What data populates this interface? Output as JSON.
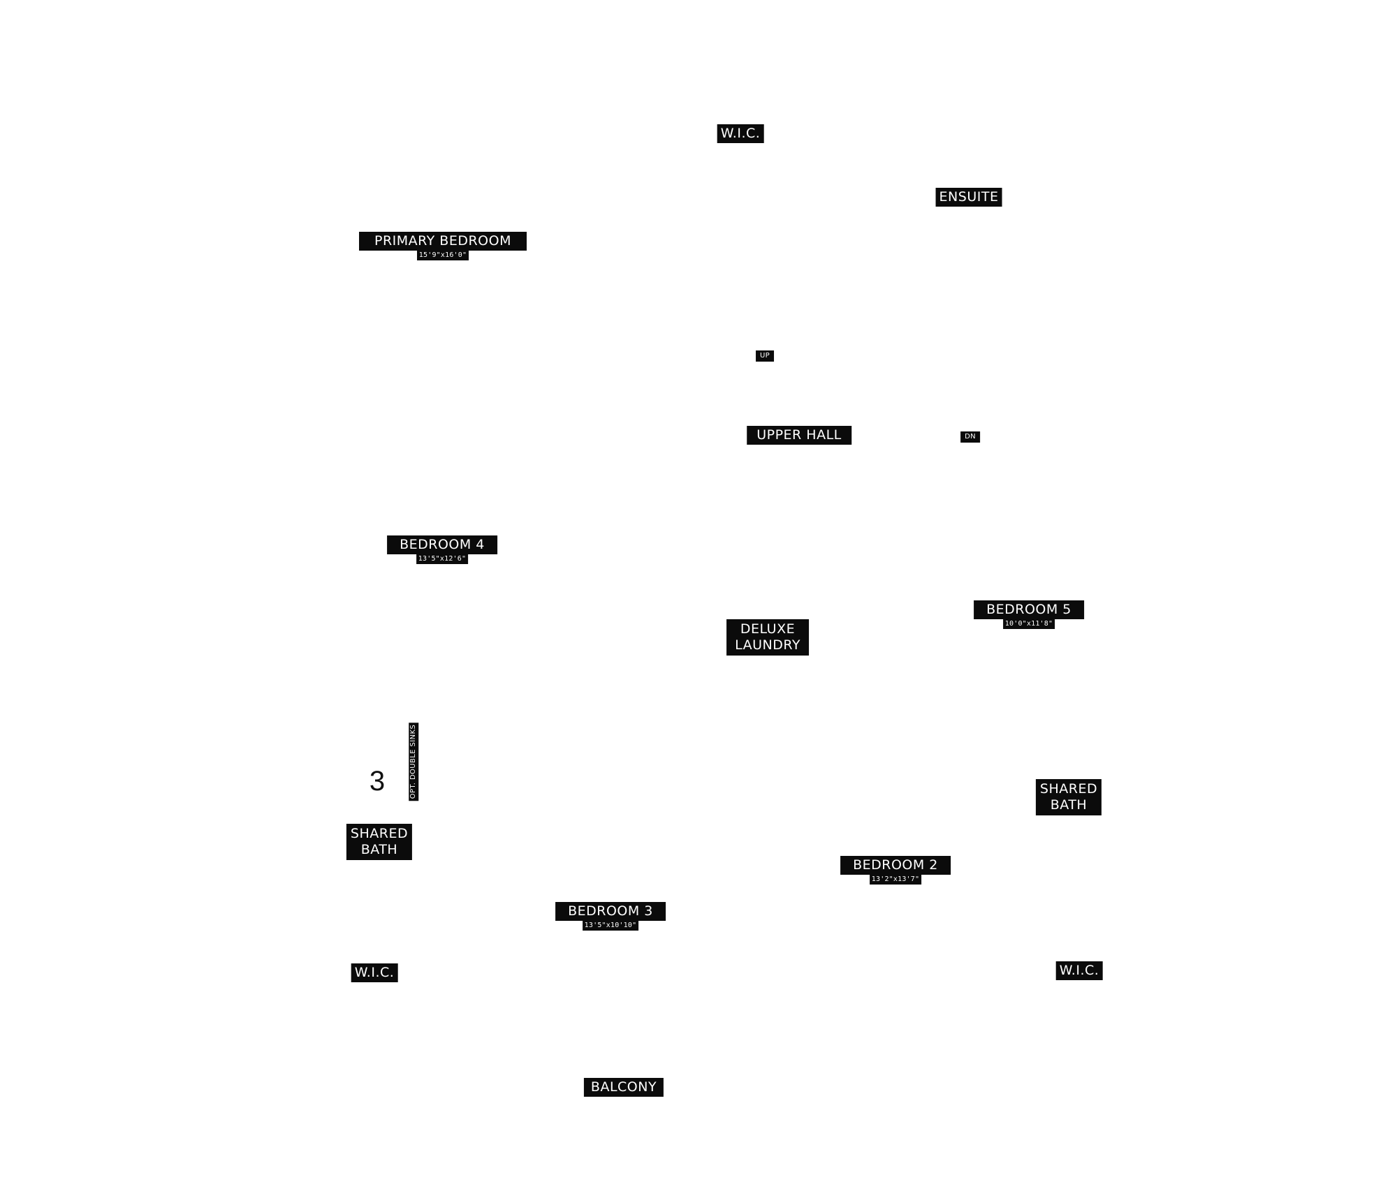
{
  "plan": {
    "rooms": {
      "wic_top": {
        "name": "W.I.C."
      },
      "ensuite": {
        "name": "ENSUITE"
      },
      "primary_bedroom": {
        "name": "PRIMARY BEDROOM",
        "dims": "15'9\"x16'0\""
      },
      "stair_up": {
        "name": "UP"
      },
      "upper_hall": {
        "name": "UPPER HALL"
      },
      "stair_down": {
        "name": "DN"
      },
      "bedroom_4": {
        "name": "BEDROOM 4",
        "dims": "13'5\"x12'6\""
      },
      "deluxe_laundry": {
        "name": "DELUXE\nLAUNDRY"
      },
      "bedroom_5": {
        "name": "BEDROOM 5",
        "dims": "10'0\"x11'8\""
      },
      "shared_bath_left": {
        "name": "SHARED\nBATH"
      },
      "shared_bath_right": {
        "name": "SHARED\nBATH"
      },
      "bedroom_2": {
        "name": "BEDROOM 2",
        "dims": "13'2\"x13'7\""
      },
      "bedroom_3": {
        "name": "BEDROOM 3",
        "dims": "13'5\"x10'10\""
      },
      "wic_bottom_left": {
        "name": "W.I.C."
      },
      "wic_bottom_right": {
        "name": "W.I.C."
      },
      "balcony": {
        "name": "BALCONY"
      }
    },
    "notes": {
      "opt_double_sinks": "OPT. DOUBLE SINKS",
      "marker_number": "3"
    }
  }
}
